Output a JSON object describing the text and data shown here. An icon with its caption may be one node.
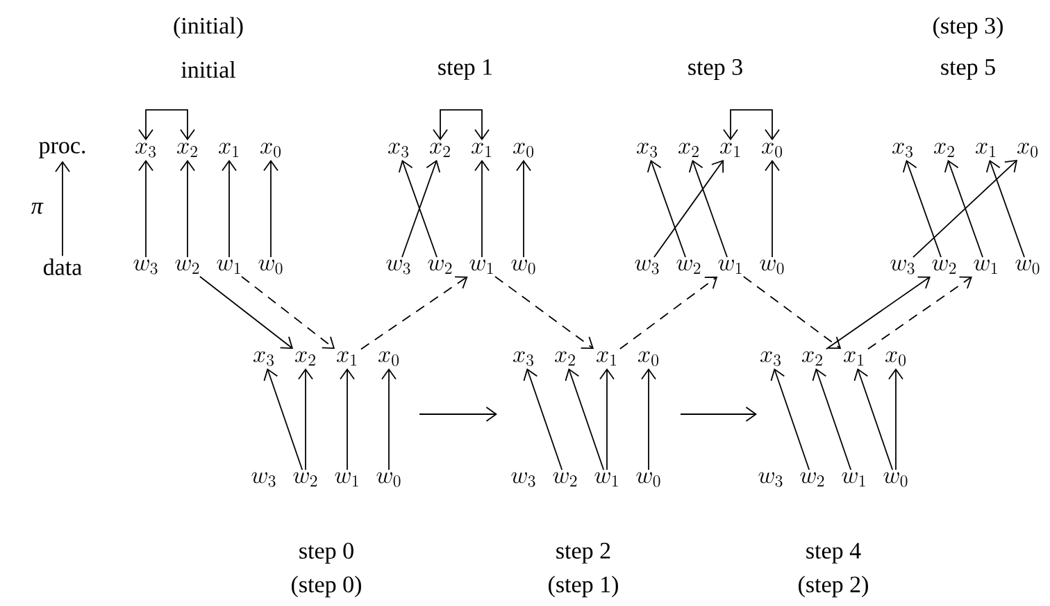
{
  "diagram": {
    "nodes": [
      {
        "text": [
          "proc."
        ]
      },
      {
        "text": [
          "data"
        ]
      },
      {
        "text": [
          "x_3"
        ]
      },
      {
        "text": [
          "x_2"
        ]
      },
      {
        "text": [
          "x_1"
        ]
      },
      {
        "text": [
          "x_0"
        ]
      },
      {
        "text": [
          "w_3"
        ]
      },
      {
        "text": [
          "w_2"
        ]
      },
      {
        "text": [
          "w_1"
        ]
      },
      {
        "text": [
          "w_0"
        ]
      },
      {
        "text": [
          "x_3"
        ]
      },
      {
        "text": [
          "x_2"
        ]
      },
      {
        "text": [
          "x_1"
        ]
      },
      {
        "text": [
          "x_0"
        ]
      },
      {
        "text": [
          "w_3"
        ]
      },
      {
        "text": [
          "w_2"
        ]
      },
      {
        "text": [
          "w_1"
        ]
      },
      {
        "text": [
          "w_0"
        ]
      },
      {
        "text": [
          "x_3"
        ]
      },
      {
        "text": [
          "x_2"
        ]
      },
      {
        "text": [
          "x_1"
        ]
      },
      {
        "text": [
          "x_0"
        ]
      },
      {
        "text": [
          "w_3"
        ]
      },
      {
        "text": [
          "w_2"
        ]
      },
      {
        "text": [
          "w_1"
        ]
      },
      {
        "text": [
          "w_0"
        ]
      },
      {
        "text": [
          "x_3"
        ]
      },
      {
        "text": [
          "x_2"
        ]
      },
      {
        "text": [
          "x_1"
        ]
      },
      {
        "text": [
          "x_0"
        ]
      },
      {
        "text": [
          "w_3"
        ]
      },
      {
        "text": [
          "w_2"
        ]
      },
      {
        "text": [
          "w_1"
        ]
      },
      {
        "text": [
          "w_0"
        ]
      },
      {
        "text": [
          "x_3"
        ]
      },
      {
        "text": [
          "x_2"
        ]
      },
      {
        "text": [
          "x_1"
        ]
      },
      {
        "text": [
          "x_0"
        ]
      },
      {
        "text": [
          "w_3"
        ]
      },
      {
        "text": [
          "w_2"
        ]
      },
      {
        "text": [
          "w_1"
        ]
      },
      {
        "text": [
          "w_0"
        ]
      },
      {
        "text": [
          "x_3"
        ]
      },
      {
        "text": [
          "x_2"
        ]
      },
      {
        "text": [
          "x_1"
        ]
      },
      {
        "text": [
          "x_0"
        ]
      },
      {
        "text": [
          "w_3"
        ]
      },
      {
        "text": [
          "w_2"
        ]
      },
      {
        "text": [
          "w_1"
        ]
      },
      {
        "text": [
          "w_0"
        ]
      },
      {
        "text": [
          "x_3"
        ]
      },
      {
        "text": [
          "x_2"
        ]
      },
      {
        "text": [
          "x_1"
        ]
      },
      {
        "text": [
          "x_0"
        ]
      },
      {
        "text": [
          "w_3"
        ]
      },
      {
        "text": [
          "w_2"
        ]
      },
      {
        "text": [
          "w_1"
        ]
      },
      {
        "text": [
          "w_0"
        ]
      }
    ],
    "edges": [
      {
        "from": 1,
        "to": 0,
        "arrow": "to",
        "label": "π"
      },
      {
        "from": 2,
        "to": 3,
        "arrow": "both"
      },
      {
        "from": 11,
        "to": 12,
        "arrow": "both"
      },
      {
        "from": 20,
        "to": 21,
        "arrow": "both"
      },
      {
        "from": 6,
        "to": 2,
        "arrow": "to"
      },
      {
        "from": 7,
        "to": 3,
        "arrow": "to"
      },
      {
        "from": 8,
        "to": 4,
        "arrow": "to"
      },
      {
        "from": 9,
        "to": 5,
        "arrow": "to"
      },
      {
        "from": 14,
        "to": 11,
        "arrow": "to"
      },
      {
        "from": 15,
        "to": 10,
        "arrow": "to"
      },
      {
        "from": 16,
        "to": 12,
        "arrow": "to"
      },
      {
        "from": 17,
        "to": 13,
        "arrow": "to"
      },
      {
        "from": 22,
        "to": 20,
        "arrow": "to"
      },
      {
        "from": 23,
        "to": 18,
        "arrow": "to"
      },
      {
        "from": 24,
        "to": 19,
        "arrow": "to"
      },
      {
        "from": 25,
        "to": 21,
        "arrow": "to"
      },
      {
        "from": 30,
        "to": 29,
        "arrow": "to"
      },
      {
        "from": 31,
        "to": 26,
        "arrow": "to"
      },
      {
        "from": 32,
        "to": 27,
        "arrow": "to"
      },
      {
        "from": 33,
        "to": 28,
        "arrow": "to"
      },
      {
        "from": 39,
        "to": 34,
        "arrow": "to"
      },
      {
        "from": 39,
        "to": 35,
        "arrow": "to"
      },
      {
        "from": 40,
        "to": 36,
        "arrow": "to"
      },
      {
        "from": 41,
        "to": 37,
        "arrow": "to"
      },
      {
        "from": 47,
        "to": 42,
        "arrow": "to"
      },
      {
        "from": 48,
        "to": 43,
        "arrow": "to"
      },
      {
        "from": 48,
        "to": 44,
        "arrow": "to"
      },
      {
        "from": 49,
        "to": 45,
        "arrow": "to"
      },
      {
        "from": 55,
        "to": 50,
        "arrow": "to"
      },
      {
        "from": 56,
        "to": 51,
        "arrow": "to"
      },
      {
        "from": 57,
        "to": 52,
        "arrow": "to"
      },
      {
        "from": 57,
        "to": 53,
        "arrow": "to"
      },
      {
        "from": 7,
        "to": 35,
        "arrow": "to"
      },
      {
        "from": 8,
        "to": 36,
        "arrow": "to",
        "style": "dashed"
      },
      {
        "from": 36,
        "to": 16,
        "arrow": "to",
        "style": "dashed"
      },
      {
        "from": 16,
        "to": 44,
        "arrow": "to",
        "style": "dashed"
      },
      {
        "from": 44,
        "to": 24,
        "arrow": "to",
        "style": "dashed"
      },
      {
        "from": 24,
        "to": 52,
        "arrow": "to",
        "style": "dashed"
      },
      {
        "from": 51,
        "to": 31,
        "arrow": "to"
      },
      {
        "from": 52,
        "to": 32,
        "arrow": "to",
        "style": "dashed"
      }
    ],
    "labels": [
      "(initial)",
      "(step 3)",
      "initial",
      "step 1",
      "step 3",
      "step 5",
      "step 0",
      "step 2",
      "step 4",
      "(step 0)",
      "(step 1)",
      "(step 2)"
    ]
  }
}
